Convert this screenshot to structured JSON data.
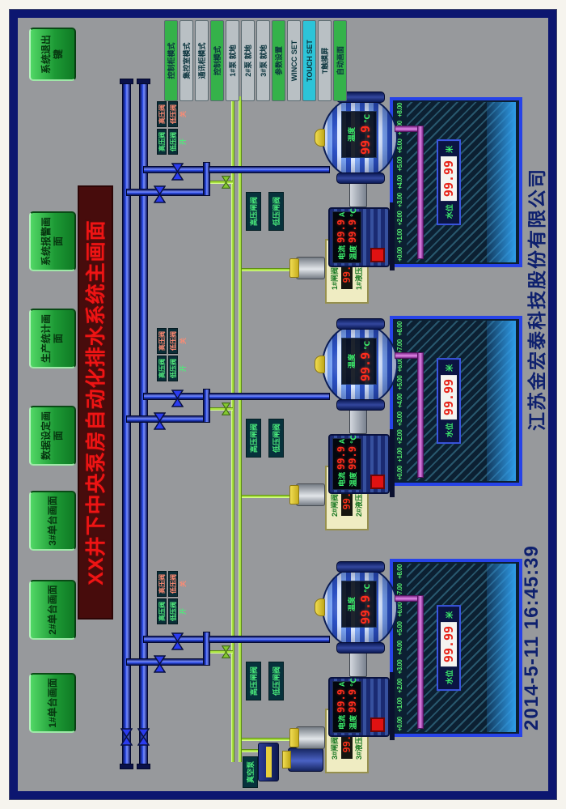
{
  "title": {
    "text": "XX井下中央泵房自动化排水系统主画面"
  },
  "nav": {
    "buttons": [
      {
        "label": "1#单台画面"
      },
      {
        "label": "2#单台画面"
      },
      {
        "label": "3#单台画面"
      },
      {
        "label": "数据设定画面"
      },
      {
        "label": "生产统计画面"
      },
      {
        "label": "系统报警画面"
      },
      {
        "label": "系统退出键"
      }
    ]
  },
  "mode_panel": {
    "items": [
      {
        "label": "控制柜模式",
        "color": "#35b24a"
      },
      {
        "label": "集控室模式",
        "color": "#b9c0c4"
      },
      {
        "label": "通讯柜模式",
        "color": "#b9c0c4"
      },
      {
        "label": "控制模式",
        "color": "#35b24a"
      },
      {
        "label": "1#泵 就地",
        "color": "#b9c0c4"
      },
      {
        "label": "2#泵 就地",
        "color": "#b9c0c4"
      },
      {
        "label": "3#泵 就地",
        "color": "#b9c0c4"
      },
      {
        "label": "参数设置",
        "color": "#35b24a"
      },
      {
        "label": "WINCC SET",
        "color": "#b9c0c4"
      },
      {
        "label": "TOUCH SET",
        "color": "#2cc4d8"
      },
      {
        "label": "T触摸屏",
        "color": "#b9c0c4"
      },
      {
        "label": "自动画面",
        "color": "#35b24a"
      }
    ]
  },
  "pumps": [
    {
      "unit": "3#",
      "valve_states": [
        "高压阀开",
        "高压阀关",
        "低压阀开",
        "低压阀关"
      ],
      "valve_labels": {
        "high": "高压闸阀",
        "low": "低压闸阀"
      },
      "hydraulic_panel": {
        "line1": "3#闸阀门开",
        "value": "99.9",
        "line2": "3#液压泵站"
      },
      "motor": {
        "current_label": "电流",
        "current_value": "99.9",
        "current_unit": "A",
        "temp_label": "温度",
        "temp_value": "99.9",
        "temp_unit": "℃"
      },
      "vessel": {
        "temp_label": "温度",
        "temp_value": "99.9",
        "temp_unit": "℃"
      }
    },
    {
      "unit": "2#",
      "valve_states": [
        "高压阀开",
        "高压阀关",
        "低压阀开",
        "低压阀关"
      ],
      "valve_labels": {
        "high": "高压闸阀",
        "low": "低压闸阀"
      },
      "hydraulic_panel": {
        "line1": "2#闸阀门开",
        "value": "99.9",
        "line2": "2#液压泵站"
      },
      "motor": {
        "current_label": "电流",
        "current_value": "99.9",
        "current_unit": "A",
        "temp_label": "温度",
        "temp_value": "99.9",
        "temp_unit": "℃"
      },
      "vessel": {
        "temp_label": "温度",
        "temp_value": "99.9",
        "temp_unit": "℃"
      }
    },
    {
      "unit": "1#",
      "valve_states": [
        "高压阀开",
        "高压阀关",
        "低压阀开",
        "低压阀关"
      ],
      "valve_labels": {
        "high": "高压闸阀",
        "low": "低压闸阀"
      },
      "hydraulic_panel": {
        "line1": "1#闸阀门开",
        "value": "99.9",
        "line2": "1#液压泵站"
      },
      "motor": {
        "current_label": "电流",
        "current_value": "99.9",
        "current_unit": "A",
        "temp_label": "温度",
        "temp_value": "99.9",
        "temp_unit": "℃"
      },
      "vessel": {
        "temp_label": "温度",
        "temp_value": "99.9",
        "temp_unit": "℃"
      }
    }
  ],
  "sumps": [
    {
      "scale": [
        "+0.00",
        "+1.00",
        "+2.00",
        "+3.00",
        "+4.00",
        "+5.00",
        "+6.00",
        "+7.00",
        "+8.00"
      ],
      "level": {
        "label": "水位",
        "value": "99.99",
        "unit": "米"
      }
    },
    {
      "scale": [
        "+0.00",
        "+1.00",
        "+2.00",
        "+3.00",
        "+4.00",
        "+5.00",
        "+6.00",
        "+7.00",
        "+8.00"
      ],
      "level": {
        "label": "水位",
        "value": "99.99",
        "unit": "米"
      }
    },
    {
      "scale": [
        "+0.00",
        "+1.00",
        "+2.00",
        "+3.00",
        "+4.00",
        "+5.00",
        "+6.00",
        "+7.00",
        "+8.00"
      ],
      "level": {
        "label": "水位",
        "value": "99.99",
        "unit": "米"
      }
    }
  ],
  "aux": {
    "vacuum_pump_label": "真空泵"
  },
  "footer": {
    "datetime": "2014-5-11  16:45:39",
    "company": "江苏金宏泰科技股份有限公司"
  },
  "colors": {
    "accent_green": "#35b24a",
    "chip_text_green": "#49ea7c",
    "digit_red": "#ff2d1d",
    "pipe_blue": "#2b3cf0",
    "priming_green": "#a8e040",
    "suction_magenta": "#e389ea",
    "title_red": "#ee1414",
    "frame_navy": "#0c1670"
  }
}
